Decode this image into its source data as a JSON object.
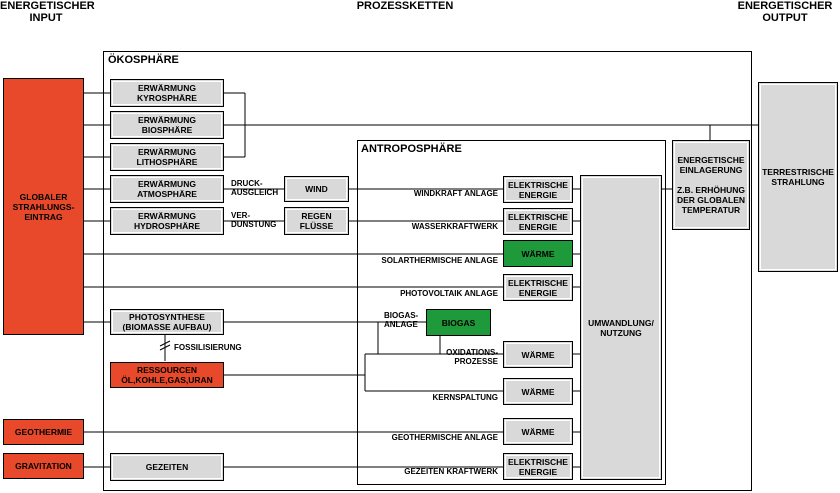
{
  "headers": {
    "input": "ENERGETISCHER\nINPUT",
    "chains": "PROZESSKETTEN",
    "output": "ENERGETISCHER\nOUTPUT"
  },
  "frames": {
    "oekosphaere": "ÖKOSPHÄRE",
    "antroposphaere": "ANTROPOSPHÄRE"
  },
  "sources": {
    "global": "GLOBALER\nSTRAHLUNGS-\nEINTRAG",
    "geothermie": "GEOTHERMIE",
    "gravitation": "GRAVITATION"
  },
  "eco": {
    "kyro": "ERWÄRMUNG\nKYROSPHÄRE",
    "bio": "ERWÄRMUNG\nBIOSPHÄRE",
    "litho": "ERWÄRMUNG\nLITHOSPHÄRE",
    "atmo": "ERWÄRMUNG\nATMOSPHÄRE",
    "hydro": "ERWÄRMUNG\nHYDROSPHÄRE",
    "photo": "PHOTOSYNTHESE\n(BIOMASSE AUFBAU)",
    "ressourcen": "RESSOURCEN\nÖL,KOHLE,GAS,URAN",
    "gezeiten": "GEZEITEN",
    "wind": "WIND",
    "regen": "REGEN\nFLÜSSE"
  },
  "labels": {
    "druck": "DRUCK-\nAUSGLEICH",
    "verdunstung": "VER-\nDUNSTUNG",
    "fossil": "FOSSILISIERUNG",
    "windkraft": "WINDKRAFT ANLAGE",
    "wasserkraft": "WASSERKRAFTWERK",
    "solarthermie": "SOLARTHERMISCHE ANLAGE",
    "photovoltaik": "PHOTOVOLTAIK ANLAGE",
    "biogasanlage": "BIOGAS-\nANLAGE",
    "oxidation": "OXIDATIONS-\nPROZESSE",
    "kernspaltung": "KERNSPALTUNG",
    "geothermisch": "GEOTHERMISCHE ANLAGE",
    "gezeitenkraft": "GEZEITEN KRAFTWERK"
  },
  "anthro": {
    "el1": "ELEKTRISCHE\nENERGIE",
    "el2": "ELEKTRISCHE\nENERGIE",
    "waerme1": "WÄRME",
    "el3": "ELEKTRISCHE\nENERGIE",
    "biogas": "BIOGAS",
    "waerme2": "WÄRME",
    "waerme3": "WÄRME",
    "waerme4": "WÄRME",
    "el4": "ELEKTRISCHE\nENERGIE",
    "umwandlung": "UMWANDLUNG/\nNUTZUNG"
  },
  "output": {
    "einlagerung": "ENERGETISCHE\nEINLAGERUNG\n\nZ.B. ERHÖHUNG\nDER GLOBALEN\nTEMPERATUR",
    "terrestrisch": "TERRESTRISCHE\nSTRAHLUNG"
  },
  "colors": {
    "source": "#e8492b",
    "process": "#d9d9d9",
    "highlight": "#1f9a3b"
  }
}
